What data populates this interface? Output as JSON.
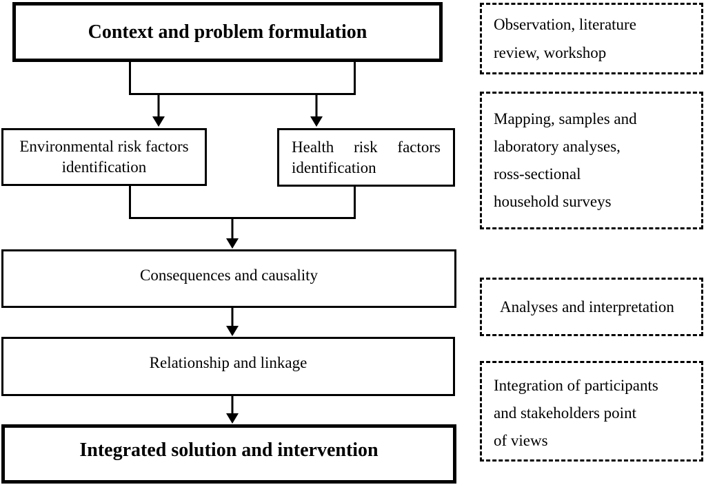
{
  "flow": {
    "top_title": "Context and problem formulation",
    "env": {
      "line1": "Environmental risk factors",
      "line2": "identification"
    },
    "health": {
      "w1": "Health",
      "w2": "risk",
      "w3": "factors",
      "line2": "identification"
    },
    "consequences": "Consequences and causality",
    "relationship": "Relationship and linkage",
    "integrated": "Integrated solution and intervention"
  },
  "notes": {
    "observation": {
      "l1": "Observation, literature",
      "l2": "review, workshop"
    },
    "mapping": {
      "l1": "Mapping, samples and",
      "l2": "laboratory analyses,",
      "l3": "ross-sectional",
      "l4": "household surveys"
    },
    "analyses": {
      "l1": "Analyses and interpretation"
    },
    "integration": {
      "l1": "Integration of participants",
      "l2": "and stakeholders point",
      "l3": "of views"
    }
  },
  "colors": {
    "ink": "#000000",
    "background": "#ffffff"
  }
}
